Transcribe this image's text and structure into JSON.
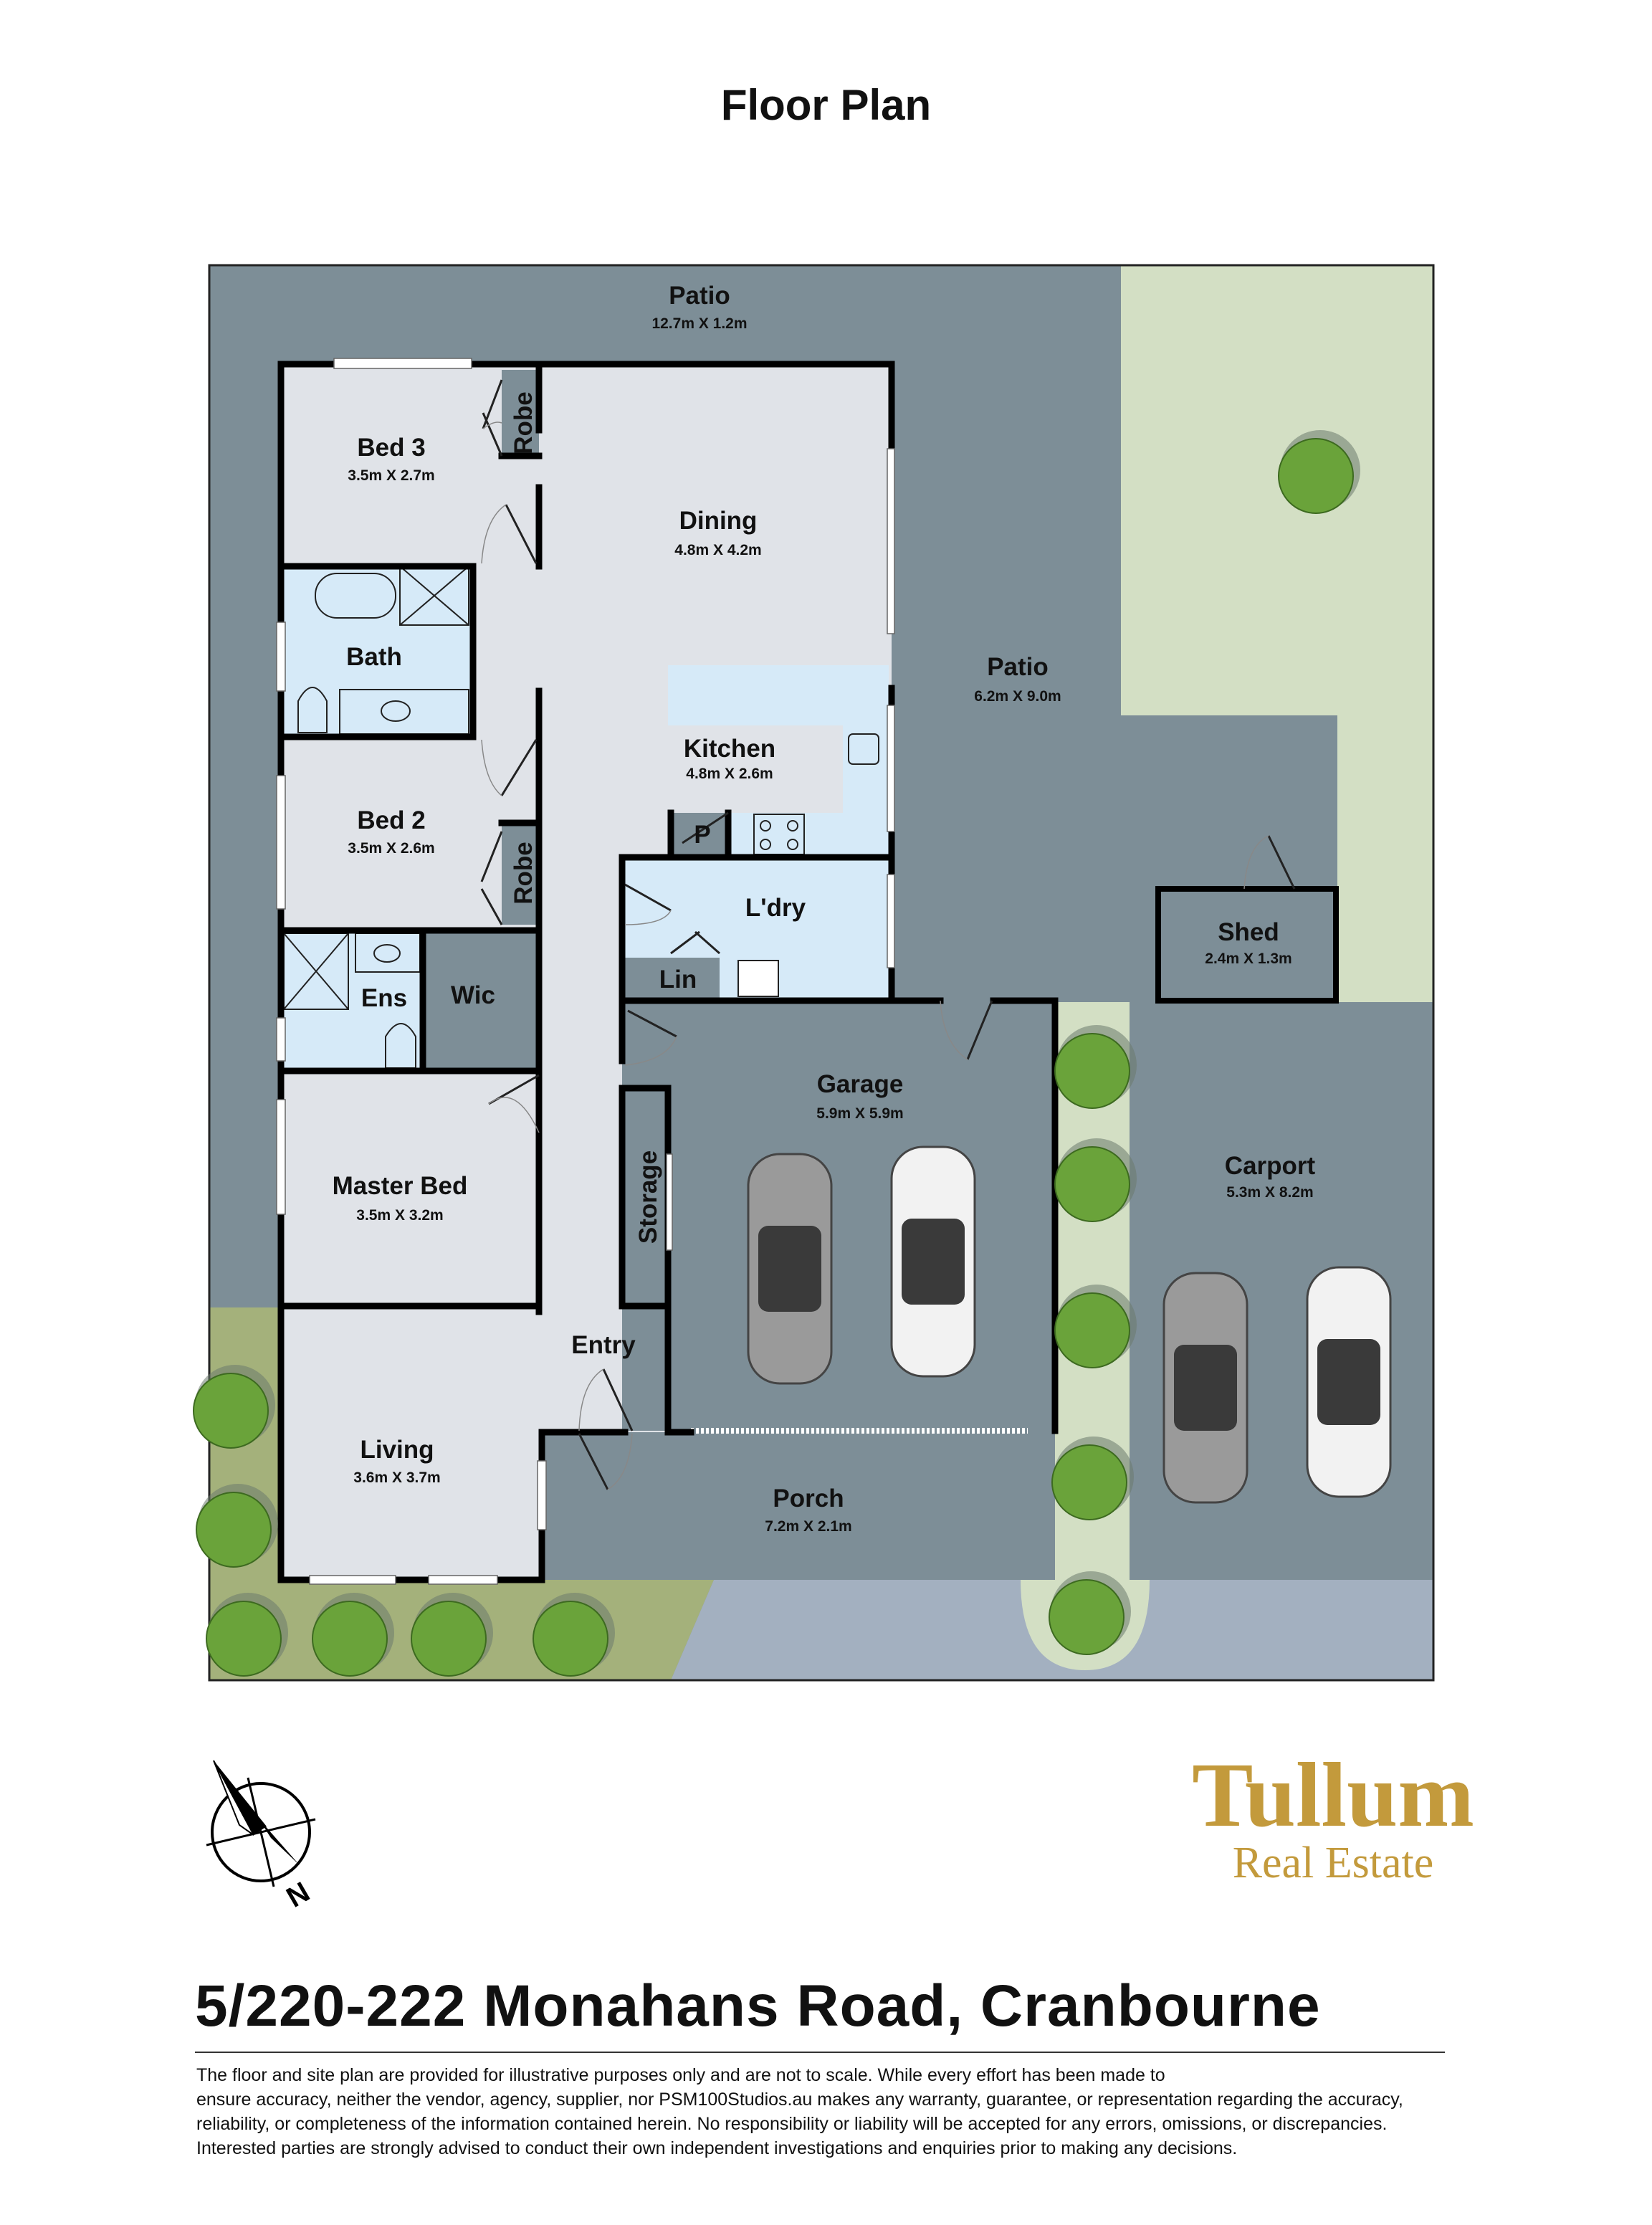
{
  "header": {
    "title": "Floor Plan"
  },
  "rooms": {
    "patio_top": {
      "name": "Patio",
      "dims": "12.7m X 1.2m"
    },
    "bed3": {
      "name": "Bed 3",
      "dims": "3.5m X 2.7m"
    },
    "robe1": {
      "name": "Robe"
    },
    "dining": {
      "name": "Dining",
      "dims": "4.8m X 4.2m"
    },
    "bath": {
      "name": "Bath"
    },
    "patio_side": {
      "name": "Patio",
      "dims": "6.2m X 9.0m"
    },
    "kitchen": {
      "name": "Kitchen",
      "dims": "4.8m X 2.6m"
    },
    "bed2": {
      "name": "Bed 2",
      "dims": "3.5m X 2.6m"
    },
    "robe2": {
      "name": "Robe"
    },
    "pantry": {
      "name": "P"
    },
    "laundry": {
      "name": "L'dry"
    },
    "shed": {
      "name": "Shed",
      "dims": "2.4m X 1.3m"
    },
    "linen": {
      "name": "Lin"
    },
    "ensuite": {
      "name": "Ens"
    },
    "wic": {
      "name": "Wic"
    },
    "garage": {
      "name": "Garage",
      "dims": "5.9m X 5.9m"
    },
    "carport": {
      "name": "Carport",
      "dims": "5.3m X 8.2m"
    },
    "master": {
      "name": "Master Bed",
      "dims": "3.5m X 3.2m"
    },
    "storage": {
      "name": "Storage"
    },
    "entry": {
      "name": "Entry"
    },
    "living": {
      "name": "Living",
      "dims": "3.6m X 3.7m"
    },
    "porch": {
      "name": "Porch",
      "dims": "7.2m X 2.1m"
    }
  },
  "compass": {
    "label": "N"
  },
  "logo": {
    "line1": "Tullum",
    "line2": "Real Estate"
  },
  "address": "5/220-222 Monahans Road, Cranbourne",
  "disclaimer": [
    "The floor and site plan are provided for illustrative purposes only and are not to scale. While every effort has been made to",
    "ensure accuracy, neither the vendor, agency, supplier, nor PSM100Studios.au makes any warranty, guarantee, or representation regarding the accuracy,",
    "reliability, or completeness of the information contained herein. No responsibility or liability will be accepted for any errors, omissions, or discrepancies.",
    "Interested parties are strongly advised to conduct their own independent investigations and enquiries prior to making any decisions."
  ],
  "colors": {
    "outdoor": "#7d8e97",
    "floor": "#e0e3e8",
    "wet": "#d6eaf8",
    "lawn": "#d3dfc4",
    "grass": "#a4b17b",
    "driveway": "#a3b0c0",
    "gold": "#c39a3c"
  }
}
